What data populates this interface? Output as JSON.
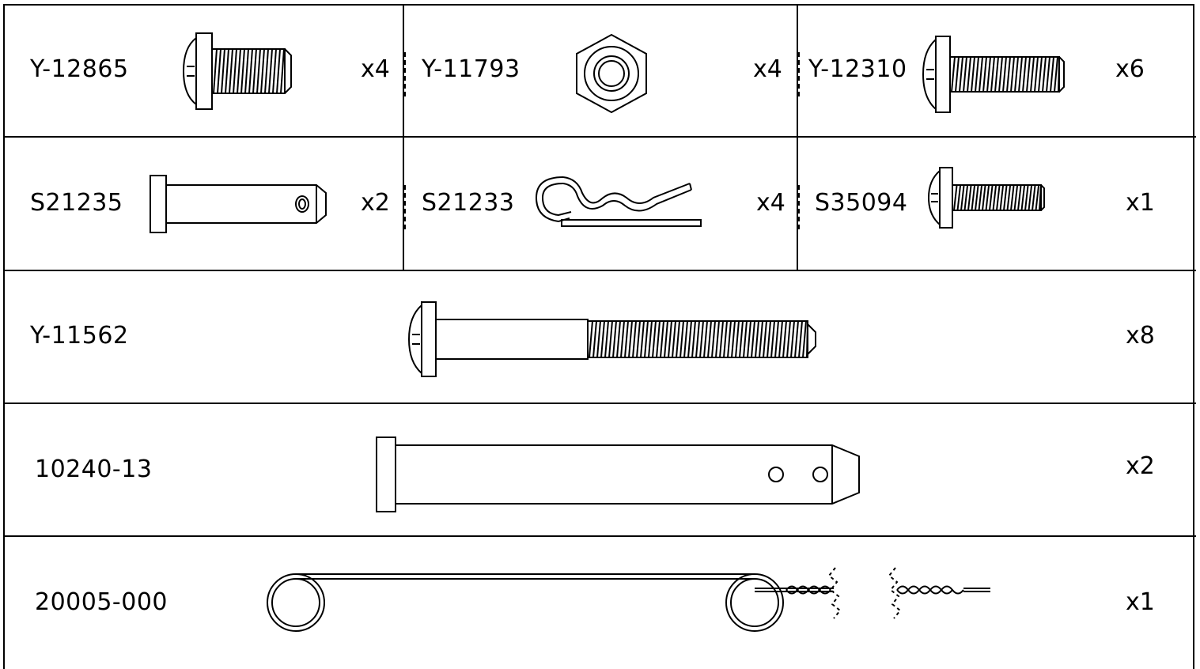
{
  "parts": {
    "y12865": {
      "code": "Y-12865",
      "qty": "x4",
      "icon": "pan-head-screw-icon"
    },
    "y11793": {
      "code": "Y-11793",
      "qty": "x4",
      "icon": "hex-nut-icon"
    },
    "y12310": {
      "code": "Y-12310",
      "qty": "x6",
      "icon": "pan-head-screw-icon"
    },
    "s21235": {
      "code": "S21235",
      "qty": "x2",
      "icon": "clevis-pin-icon"
    },
    "s21233": {
      "code": "S21233",
      "qty": "x4",
      "icon": "hitch-pin-clip-icon"
    },
    "s35094": {
      "code": "S35094",
      "qty": "x1",
      "icon": "pan-head-screw-icon"
    },
    "y11562": {
      "code": "Y-11562",
      "qty": "x8",
      "icon": "long-shoulder-screw-icon"
    },
    "p1024013": {
      "code": "10240-13",
      "qty": "x2",
      "icon": "clevis-pin-icon"
    },
    "p20005000": {
      "code": "20005-000",
      "qty": "x1",
      "icon": "torsion-spring-icon"
    }
  }
}
